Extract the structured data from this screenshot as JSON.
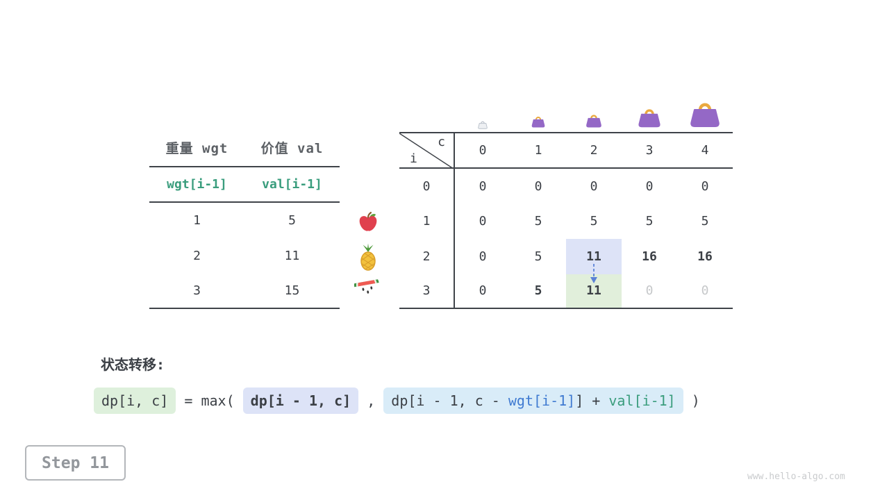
{
  "page": {
    "step_label": "Step 11",
    "watermark": "www.hello-algo.com"
  },
  "item_table": {
    "header_wgt": "重量 wgt",
    "header_val": "价值 val",
    "formula_wgt": "wgt[i-1]",
    "formula_val": "val[i-1]",
    "rows": [
      {
        "wgt": "1",
        "val": "5"
      },
      {
        "wgt": "2",
        "val": "11"
      },
      {
        "wgt": "3",
        "val": "15"
      }
    ]
  },
  "fruit_icons": [
    "apple-icon",
    "pineapple-icon",
    "watermelon-icon"
  ],
  "bag_icons": [
    "bag-empty-icon",
    "bag-size-1-icon",
    "bag-size-2-icon",
    "bag-size-3-icon",
    "bag-size-4-icon"
  ],
  "dp_table": {
    "corner_col_var": "c",
    "corner_row_var": "i",
    "col_headers": [
      "0",
      "1",
      "2",
      "3",
      "4"
    ],
    "rows": [
      {
        "label": "0",
        "cells": [
          "0",
          "0",
          "0",
          "0",
          "0"
        ]
      },
      {
        "label": "1",
        "cells": [
          "0",
          "5",
          "5",
          "5",
          "5"
        ]
      },
      {
        "label": "2",
        "cells": [
          "0",
          "5",
          "11",
          "16",
          "16"
        ]
      },
      {
        "label": "3",
        "cells": [
          "0",
          "5",
          "11",
          "0",
          "0"
        ]
      }
    ],
    "highlights": {
      "source_cell": "row i=2, col c=2, value 11, blue",
      "target_cell": "row i=3, col c=2, value 11, green",
      "pending_cells": "row i=3, cols c=3 and c=4, gray 0"
    }
  },
  "formula": {
    "label": "状态转移:",
    "lhs": "dp[i, c]",
    "eq_max": " = max( ",
    "arg1": "dp[i - 1, c]",
    "comma": " , ",
    "arg2_prefix": "dp[i - 1, c - ",
    "arg2_wgt": "wgt[i-1]",
    "arg2_mid": "] + ",
    "arg2_val": "val[i-1]",
    "close": " )"
  },
  "colors": {
    "green_text": "#3a9d7d",
    "blue_text": "#3f7ad1",
    "hl_blue_bg": "#dde3f7",
    "hl_green_bg": "#e1efdb",
    "chip_green_bg": "#def0dc",
    "chip_lav_bg": "#dde3f7",
    "chip_blue_bg": "#d9ecf8",
    "muted_text": "#c6c8ca",
    "arrow_blue": "#5b82d6",
    "bag_purple": "#9468c6",
    "bag_handle": "#eaa93f",
    "line_dark": "#3f4349"
  }
}
